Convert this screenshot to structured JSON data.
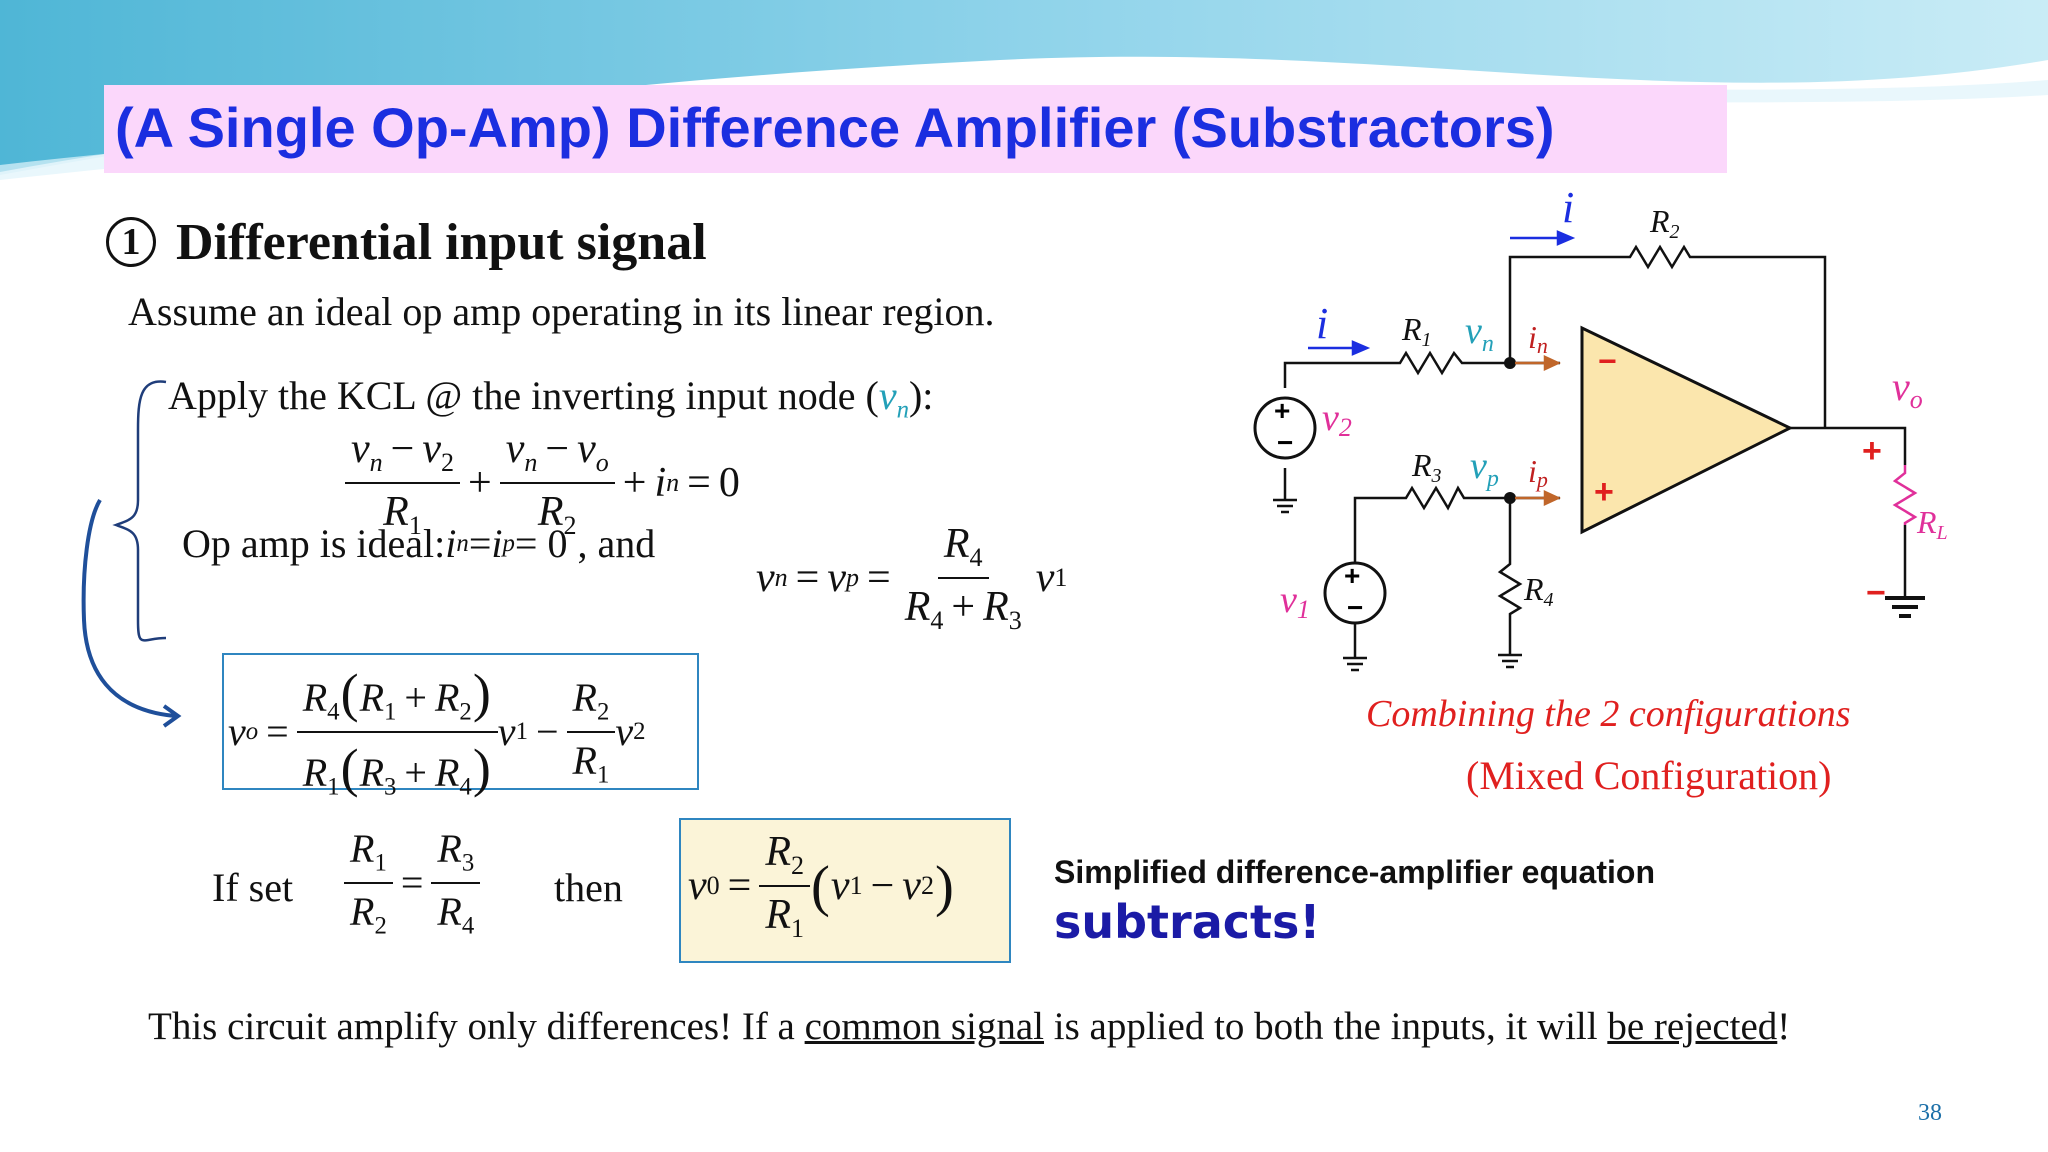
{
  "slide": {
    "title": "(A Single Op-Amp) Difference Amplifier (Substractors)",
    "page_number": "38",
    "colors": {
      "title_text": "#1b2ee0",
      "title_bg": "#fbd7fb",
      "teal": "#23a0b8",
      "red": "#e0201f",
      "magenta": "#e0309a",
      "blue_text": "#1b1ba6",
      "box_blue": "#2f86c0",
      "box_fill": "#fbf4d8",
      "opamp_fill": "#fbe6ad"
    }
  },
  "section": {
    "number": "1",
    "heading": "Differential input signal",
    "assume": "Assume an ideal op amp operating in its linear region.",
    "kcl_prefix": "Apply the KCL @ the inverting input node (",
    "kcl_v": "v",
    "kcl_sub": "n",
    "kcl_suffix": "):",
    "ideal_text": "Op amp is ideal: ",
    "ideal_mid": " = ",
    "ideal_end": " = 0 , and"
  },
  "eq_kcl": {
    "t1_num_a": "v",
    "t1_num_a_sub": "n",
    "minus": "−",
    "t1_num_b": "v",
    "t1_num_b_sub": "2",
    "t1_den": "R",
    "t1_den_sub": "1",
    "plus": "+",
    "t2_num_a": "v",
    "t2_num_a_sub": "n",
    "t2_num_b": "v",
    "t2_num_b_sub": "o",
    "t2_den": "R",
    "t2_den_sub": "2",
    "i": "i",
    "i_sub": "n",
    "equals": "=",
    "zero": "0"
  },
  "eq_divider": {
    "vn": "v",
    "vn_sub": "n",
    "eq": "=",
    "vp": "v",
    "vp_sub": "p",
    "num": "R",
    "num_sub": "4",
    "den_a": "R",
    "den_a_sub": "4",
    "den_plus": "+",
    "den_b": "R",
    "den_b_sub": "3",
    "v1": "v",
    "v1_sub": "1",
    "in": "i",
    "in_sub": "n",
    "ip": "i",
    "ip_sub": "p"
  },
  "eq_general": {
    "vo": "v",
    "vo_sub": "o",
    "eq": "=",
    "num_a": "R",
    "num_a_sub": "4",
    "num_b": "R",
    "num_b_sub": "1",
    "num_plus": "+",
    "num_c": "R",
    "num_c_sub": "2",
    "den_a": "R",
    "den_a_sub": "1",
    "den_b": "R",
    "den_b_sub": "3",
    "den_plus": "+",
    "den_c": "R",
    "den_c_sub": "4",
    "v1": "v",
    "v1_sub": "1",
    "minus": "−",
    "f2_num": "R",
    "f2_num_sub": "2",
    "f2_den": "R",
    "f2_den_sub": "1",
    "v2": "v",
    "v2_sub": "2",
    "paren_l": "(",
    "paren_r": ")"
  },
  "condition": {
    "if_set": "If set",
    "then": "then",
    "a_num": "R",
    "a_num_sub": "1",
    "a_den": "R",
    "a_den_sub": "2",
    "eq": "=",
    "b_num": "R",
    "b_num_sub": "3",
    "b_den": "R",
    "b_den_sub": "4"
  },
  "eq_simplified": {
    "v0": "v",
    "v0_sub": "0",
    "eq": "=",
    "num": "R",
    "num_sub": "2",
    "den": "R",
    "den_sub": "1",
    "paren_l": "(",
    "paren_r": ")",
    "v1": "v",
    "v1_sub": "1",
    "minus": "−",
    "v2": "v",
    "v2_sub": "2"
  },
  "notes": {
    "simplified_label": "Simplified difference-amplifier equation",
    "subtracts": "subtracts!",
    "combining": "Combining the 2 configurations",
    "mixed": "(Mixed Configuration)"
  },
  "bottom": {
    "part1": "This circuit amplify only differences! If a ",
    "underline1": "common signal",
    "part2": " is applied to both the inputs, it will ",
    "underline2": "be rejected",
    "part3": "!"
  },
  "circuit": {
    "i_top": "i",
    "R2": "R",
    "R2_sub": "2",
    "i_left": "i",
    "R1": "R",
    "R1_sub": "1",
    "vn": "v",
    "vn_sub": "n",
    "in": "i",
    "in_sub": "n",
    "R3": "R",
    "R3_sub": "3",
    "vp": "v",
    "vp_sub": "p",
    "ip": "i",
    "ip_sub": "p",
    "R4": "R",
    "R4_sub": "4",
    "v2": "v",
    "v2_sub": "2",
    "v1": "v",
    "v1_sub": "1",
    "vo": "v",
    "vo_sub": "o",
    "RL": "R",
    "RL_sub": "L",
    "minus_sign": "−",
    "plus_sign": "+",
    "src_plus": "+",
    "src_minus": "−"
  }
}
